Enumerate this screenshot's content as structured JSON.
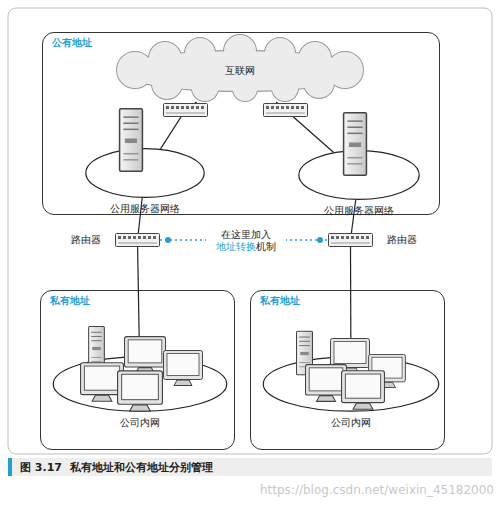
{
  "diagram": {
    "caption": "图 3.17  私有地址和公有地址分别管理",
    "nodes": [
      {
        "text": [
          "公有地址"
        ]
      },
      {
        "text": [
          "互联网"
        ],
        "in": 0
      },
      {
        "text": [
          "公用服务器网络"
        ],
        "in": 0
      },
      {
        "text": [
          "公用服务器网络"
        ],
        "in": 0
      },
      {
        "text": [
          "路由器"
        ]
      },
      {
        "text": [
          "路由器"
        ]
      },
      {
        "text": [
          "私有地址"
        ]
      },
      {
        "text": [
          "公司内网"
        ],
        "in": 6
      },
      {
        "text": [
          "私有地址"
        ]
      },
      {
        "text": [
          "公司内网"
        ],
        "in": 8
      }
    ],
    "edges": [
      {
        "from": 1,
        "to": 2,
        "arrow": "none"
      },
      {
        "from": 1,
        "to": 3,
        "arrow": "none"
      },
      {
        "from": 2,
        "to": 4,
        "arrow": "none"
      },
      {
        "from": 3,
        "to": 5,
        "arrow": "none"
      },
      {
        "from": 4,
        "to": 5,
        "arrow": "none"
      },
      {
        "from": 4,
        "to": 7,
        "arrow": "none"
      },
      {
        "from": 5,
        "to": 9,
        "arrow": "none"
      }
    ],
    "labels": [
      "在这里加入",
      "地址转换",
      "机制",
      "https://blog.csdn.net/weixin_45182000"
    ]
  }
}
